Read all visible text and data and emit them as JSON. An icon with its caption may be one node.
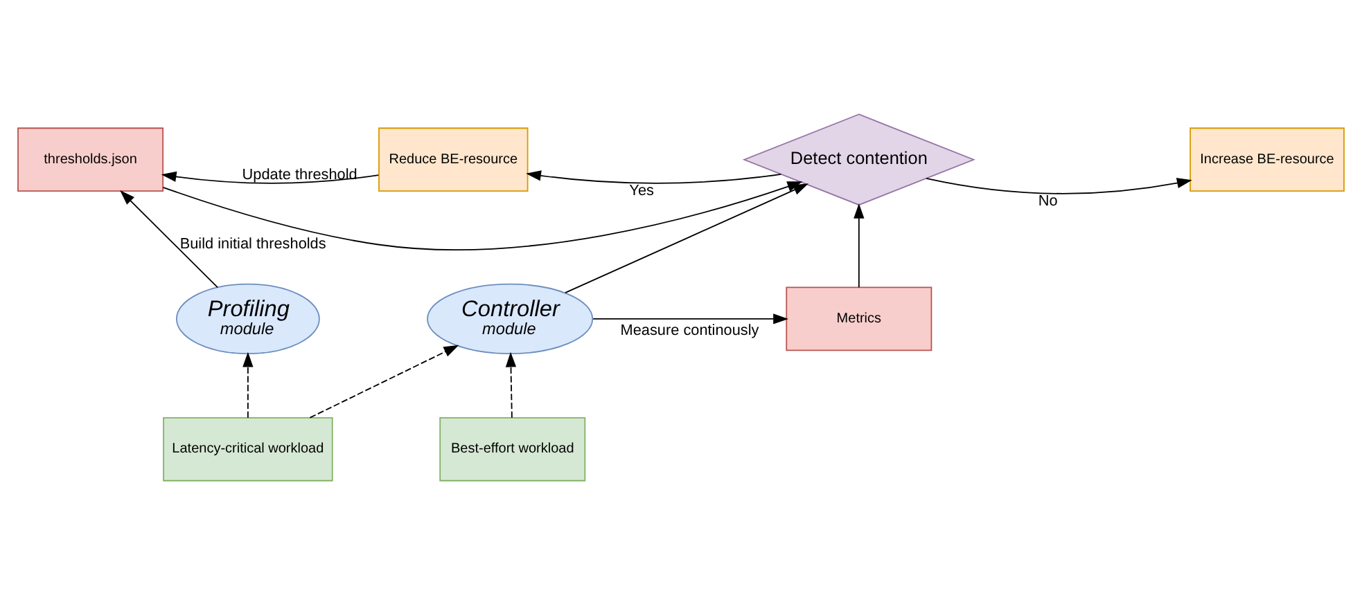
{
  "diagram": {
    "nodes": [
      {
        "text": [
          "thresholds.json"
        ]
      },
      {
        "text": [
          "Reduce BE-resource"
        ]
      },
      {
        "text": [
          "Detect contention"
        ]
      },
      {
        "text": [
          "Increase BE-resource"
        ]
      },
      {
        "text": [
          "Profiling",
          "module"
        ]
      },
      {
        "text": [
          "Controller",
          "module"
        ]
      },
      {
        "text": [
          "Metrics"
        ]
      },
      {
        "text": [
          "Latency-critical workload"
        ]
      },
      {
        "text": [
          "Best-effort workload"
        ]
      }
    ],
    "edges": [
      {
        "from": 4,
        "to": 0,
        "arrow": "to",
        "label": "Build initial thresholds"
      },
      {
        "from": 1,
        "to": 0,
        "arrow": "to",
        "label": "Update threshold"
      },
      {
        "from": 2,
        "to": 1,
        "arrow": "to",
        "label": "Yes"
      },
      {
        "from": 2,
        "to": 3,
        "arrow": "to",
        "label": "No"
      },
      {
        "from": 0,
        "to": 2,
        "arrow": "to"
      },
      {
        "from": 5,
        "to": 2,
        "arrow": "to"
      },
      {
        "from": 6,
        "to": 2,
        "arrow": "to"
      },
      {
        "from": 5,
        "to": 6,
        "arrow": "to",
        "label": "Measure continously"
      },
      {
        "from": 7,
        "to": 4,
        "arrow": "to",
        "style": "dashed"
      },
      {
        "from": 7,
        "to": 5,
        "arrow": "to",
        "style": "dashed"
      },
      {
        "from": 8,
        "to": 5,
        "arrow": "to",
        "style": "dashed"
      }
    ]
  }
}
